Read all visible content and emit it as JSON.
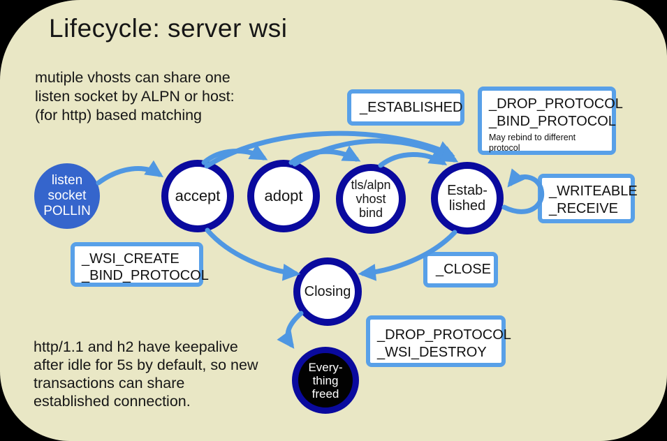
{
  "title": "Lifecycle: server wsi",
  "notes": {
    "top": [
      "mutiple vhosts can share one",
      "listen socket by ALPN or host:",
      "(for http) based matching"
    ],
    "bottom": [
      "http/1.1 and h2 have keepalive",
      "after idle for 5s by default, so new",
      "transactions can share",
      "established connection."
    ]
  },
  "nodes": {
    "listen": {
      "lines": [
        "listen",
        "socket",
        "POLLIN"
      ]
    },
    "accept": {
      "label": "accept"
    },
    "adopt": {
      "label": "adopt"
    },
    "tls": {
      "lines": [
        "tls/alpn",
        "vhost",
        "bind"
      ]
    },
    "established": {
      "lines": [
        "Estab-",
        "lished"
      ]
    },
    "closing": {
      "label": "Closing"
    },
    "freed": {
      "lines": [
        "Every-",
        "thing",
        "freed"
      ]
    }
  },
  "callouts": {
    "established": {
      "lines": [
        "_ESTABLISHED"
      ]
    },
    "drop_bind": {
      "lines": [
        "_DROP_PROTOCOL",
        "_BIND_PROTOCOL"
      ],
      "note": "May rebind to different protocol"
    },
    "writeable": {
      "lines": [
        "_WRITEABLE",
        "_RECEIVE"
      ]
    },
    "wsi_create": {
      "lines": [
        "_WSI_CREATE",
        "_BIND_PROTOCOL"
      ]
    },
    "close": {
      "lines": [
        "_CLOSE"
      ]
    },
    "drop_destroy": {
      "lines": [
        "_DROP_PROTOCOL",
        "_WSI_DESTROY"
      ]
    }
  },
  "colors": {
    "outer_bg": "#000000",
    "panel_bg": "#e9e7c5",
    "node_ring": "#0a0a9e",
    "listen_fill": "#3565cc",
    "arrow": "#4f97e2",
    "box_border": "#58a0e8",
    "text": "#161616"
  }
}
